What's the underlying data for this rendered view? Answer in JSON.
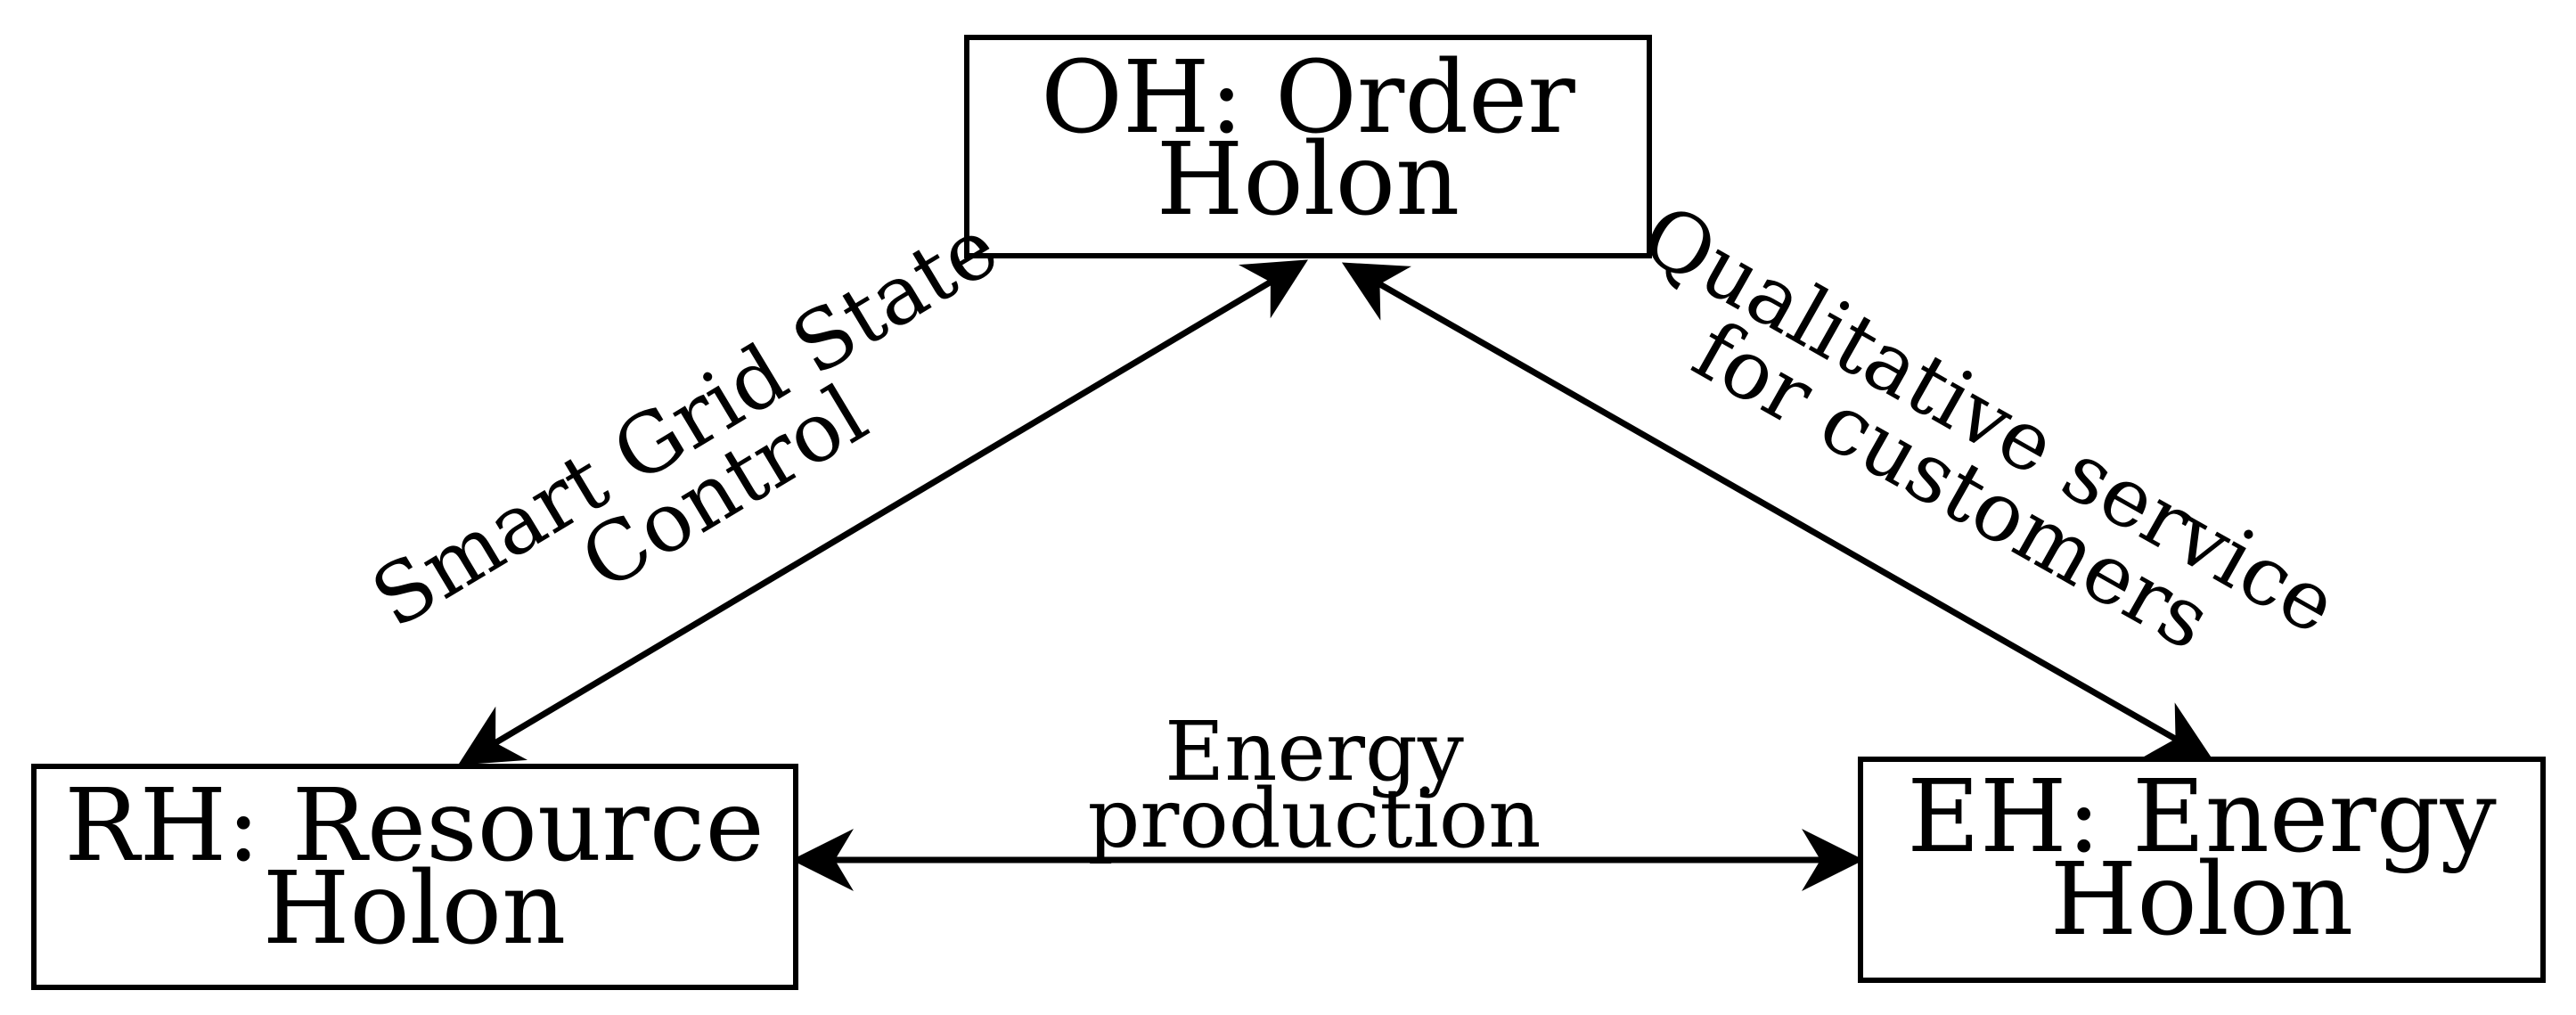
{
  "nodes": {
    "order_holon": {
      "line1": "OH: Order",
      "line2": "Holon"
    },
    "resource_holon": {
      "line1": "RH: Resource",
      "line2": "Holon"
    },
    "energy_holon": {
      "line1": "EH: Energy",
      "line2": "Holon"
    }
  },
  "edges": {
    "rh_oh": {
      "line1": "Smart Grid State",
      "line2": "Control"
    },
    "oh_eh": {
      "line1": "Qualitative service",
      "line2": "for customers"
    },
    "rh_eh": {
      "line1": "Energy",
      "line2": "production"
    }
  },
  "colors": {
    "stroke": "#000000",
    "background": "#ffffff"
  }
}
